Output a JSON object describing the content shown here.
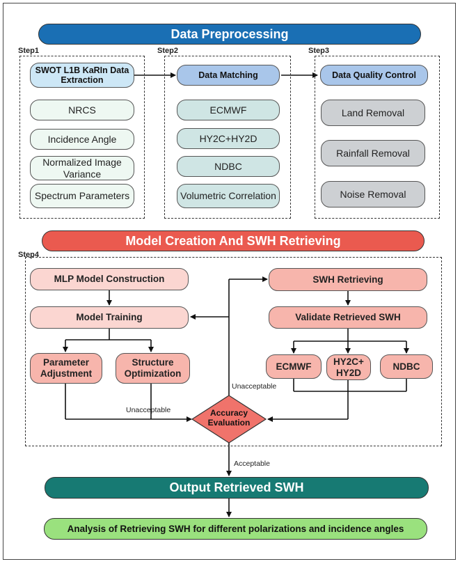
{
  "banners": {
    "preprocessing": "Data Preprocessing",
    "model": "Model Creation And SWH Retrieving",
    "output": "Output Retrieved SWH",
    "analysis": "Analysis of Retrieving SWH for different polarizations and incidence angles"
  },
  "steps": {
    "step1": {
      "label": "Step1",
      "header": "SWOT L1B KaRIn Data Extraction",
      "items": [
        "NRCS",
        "Incidence Angle",
        "Normalized Image Variance",
        "Spectrum Parameters"
      ]
    },
    "step2": {
      "label": "Step2",
      "header": "Data Matching",
      "items": [
        "ECMWF",
        "HY2C+HY2D",
        "NDBC",
        "Volumetric Correlation"
      ]
    },
    "step3": {
      "label": "Step3",
      "header": "Data Quality Control",
      "items": [
        "Land Removal",
        "Rainfall Removal",
        "Noise Removal"
      ]
    },
    "step4": {
      "label": "Step4"
    }
  },
  "model": {
    "mlp": "MLP Model Construction",
    "training": "Model Training",
    "param": "Parameter Adjustment",
    "structure": "Structure Optimization",
    "swh_retrieving": "SWH Retrieving",
    "validate": "Validate  Retrieved SWH",
    "ecmwf": "ECMWF",
    "hy2": "HY2C+ HY2D",
    "ndbc": "NDBC",
    "accuracy": "Accuracy Evaluation",
    "unacceptable_left": "Unacceptable",
    "unacceptable_right": "Unacceptable",
    "acceptable": "Acceptable"
  },
  "colors": {
    "blue_banner": "#1a6fb4",
    "red_banner": "#ea5a4f",
    "teal_banner": "#177a73",
    "green_banner": "#9ae17e",
    "diamond": "#f0736b"
  }
}
